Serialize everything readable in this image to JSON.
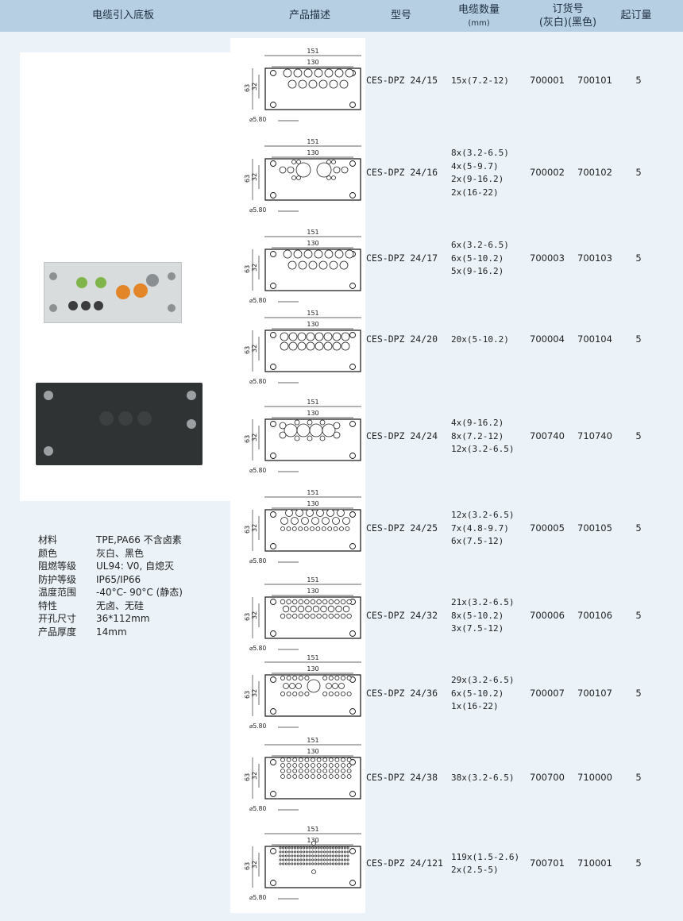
{
  "header": {
    "board_title": "电缆引入底板",
    "description": "产品描述",
    "model": "型号",
    "cable_count": "电缆数量",
    "cable_count_unit": "(mm)",
    "order_no": "订货号",
    "order_no_sub": "(灰白)(黑色)",
    "moq": "起订量"
  },
  "specs": [
    {
      "label": "材料",
      "value": "TPE,PA66 不含卤素"
    },
    {
      "label": "颜色",
      "value": "灰白、黑色"
    },
    {
      "label": "阻燃等级",
      "value": "UL94: V0, 自熄灭"
    },
    {
      "label": "防护等级",
      "value": "IP65/IP66"
    },
    {
      "label": "温度范围",
      "value": "-40°C- 90°C (静态)"
    },
    {
      "label": "特性",
      "value": "无卤、无硅"
    },
    {
      "label": "开孔尺寸",
      "value": "36*112mm"
    },
    {
      "label": "产品厚度",
      "value": "14mm"
    }
  ],
  "dims": {
    "outer": "151",
    "inner": "130",
    "height": "63",
    "inner_height": "32",
    "hole": "⌀5.80"
  },
  "products": [
    {
      "model": "CES-DPZ 24/15",
      "cables": [
        "15x(7.2-12)"
      ],
      "gray": "700001",
      "black": "700101",
      "moq": "5"
    },
    {
      "model": "CES-DPZ 24/16",
      "cables": [
        "8x(3.2-6.5)",
        "4x(5-9.7)",
        "2x(9-16.2)",
        "2x(16-22)"
      ],
      "gray": "700002",
      "black": "700102",
      "moq": "5"
    },
    {
      "model": "CES-DPZ 24/17",
      "cables": [
        "6x(3.2-6.5)",
        "6x(5-10.2)",
        "5x(9-16.2)"
      ],
      "gray": "700003",
      "black": "700103",
      "moq": "5"
    },
    {
      "model": "CES-DPZ 24/20",
      "cables": [
        "20x(5-10.2)"
      ],
      "gray": "700004",
      "black": "700104",
      "moq": "5"
    },
    {
      "model": "CES-DPZ 24/24",
      "cables": [
        "4x(9-16.2)",
        "8x(7.2-12)",
        "12x(3.2-6.5)"
      ],
      "gray": "700740",
      "black": "710740",
      "moq": "5"
    },
    {
      "model": "CES-DPZ 24/25",
      "cables": [
        "12x(3.2-6.5)",
        "7x(4.8-9.7)",
        "6x(7.5-12)"
      ],
      "gray": "700005",
      "black": "700105",
      "moq": "5"
    },
    {
      "model": "CES-DPZ 24/32",
      "cables": [
        "21x(3.2-6.5)",
        "8x(5-10.2)",
        "3x(7.5-12)"
      ],
      "gray": "700006",
      "black": "700106",
      "moq": "5"
    },
    {
      "model": "CES-DPZ 24/36",
      "cables": [
        "29x(3.2-6.5)",
        "6x(5-10.2)",
        "1x(16-22)"
      ],
      "gray": "700007",
      "black": "700107",
      "moq": "5"
    },
    {
      "model": "CES-DPZ 24/38",
      "cables": [
        "38x(3.2-6.5)"
      ],
      "gray": "700700",
      "black": "710000",
      "moq": "5"
    },
    {
      "model": "CES-DPZ 24/121",
      "cables": [
        "119x(1.5-2.6)",
        "2x(2.5-5)"
      ],
      "gray": "700701",
      "black": "710001",
      "moq": "5"
    }
  ]
}
